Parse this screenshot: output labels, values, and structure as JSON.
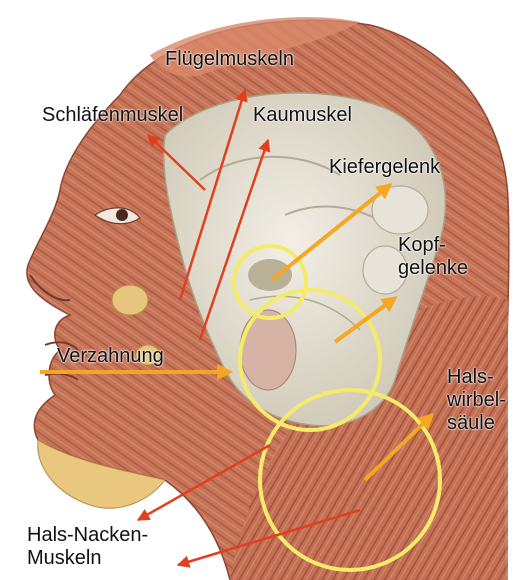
{
  "labels": {
    "fluegelmuskeln": "Flügelmuskeln",
    "schlaefenmuskel": "Schläfenmuskel",
    "kaumuskel": "Kaumuskel",
    "kiefergelenk": "Kiefergelenk",
    "kopfgelenke": [
      "Kopf-",
      "gelenke"
    ],
    "verzahnung": "Verzahnung",
    "halswirbelsaeule": [
      "Hals-",
      "wirbel-",
      "säule"
    ],
    "halsnackenmuskeln": [
      "Hals-Nacken-",
      "Muskeln"
    ]
  },
  "colors": {
    "background": "#ffffff",
    "muscle": "#c8775a",
    "muscle_dark": "#9e4a35",
    "skull": "#ece8de",
    "skull_shadow": "#bfb9a6",
    "gland": "#e8c88a",
    "red_arrow": "#e0401e",
    "orange_arrow": "#f5a623",
    "yellow_circle": "#f3ec6a"
  },
  "icons": {
    "red_arrow": "arrow-red-icon",
    "orange_arrow": "arrow-orange-icon",
    "highlight_circle": "circle-highlight-icon"
  }
}
